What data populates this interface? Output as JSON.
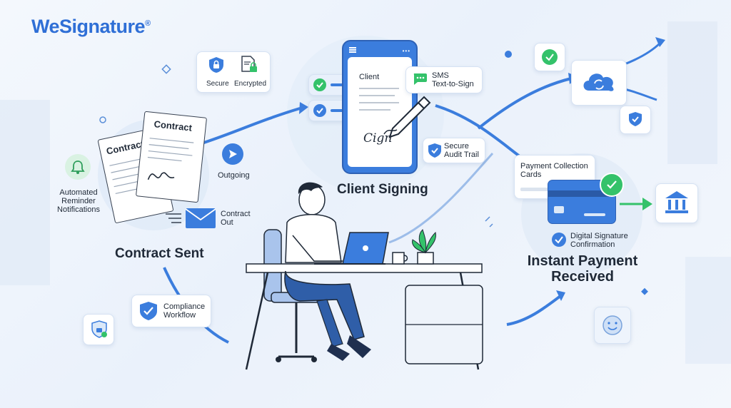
{
  "brand": {
    "name": "WeSignature",
    "registered": "®"
  },
  "security": {
    "secure": "Secure",
    "encrypted": "Encrypted"
  },
  "contract_sent": {
    "heading": "Contract Sent",
    "doc_front": "Contract",
    "doc_back": "Contract",
    "outgoing": "Outgoing",
    "contract_out_line1": "Contract",
    "contract_out_line2": "Out",
    "reminder_line1": "Automated",
    "reminder_line2": "Reminder",
    "reminder_line3": "Notifications"
  },
  "client_signing": {
    "heading": "Client Signing",
    "phone_doc_title": "Client",
    "signature_text": "Cign",
    "sms_line1": "SMS",
    "sms_line2": "Text-to-Sign",
    "audit_line1": "Secure",
    "audit_line2": "Audit Trail"
  },
  "compliance": {
    "line1": "Compliance",
    "line2": "Workflow"
  },
  "payment": {
    "heading_line1": "Instant Payment",
    "heading_line2": "Received",
    "collection_line1": "Payment Collection",
    "collection_line2": "Cards",
    "confirm_line1": "Digital Signature",
    "confirm_line2": "Confirmation"
  },
  "colors": {
    "brand_blue": "#2f6fd6",
    "accent_blue": "#3b7ddd",
    "success_green": "#34c26a",
    "soft_blue": "#dbe8f8"
  }
}
